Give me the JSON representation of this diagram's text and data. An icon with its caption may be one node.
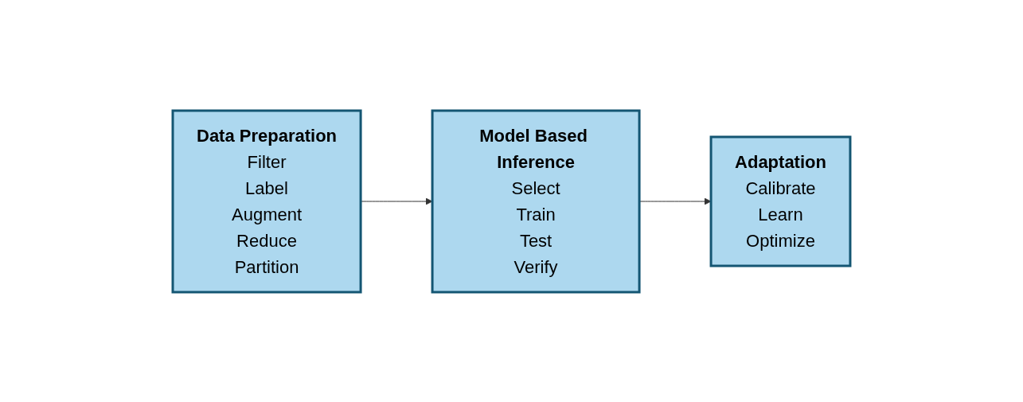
{
  "diagram": {
    "nodes": [
      {
        "text": [
          "Data Preparation",
          "Filter",
          "Label",
          "Augment",
          "Reduce",
          "Partition"
        ]
      },
      {
        "text": [
          "Model Based Inference",
          "Select",
          "Train",
          "Test",
          "Verify"
        ]
      },
      {
        "text": [
          "Adaptation",
          "Calibrate",
          "Learn",
          "Optimize"
        ]
      }
    ],
    "edges": [
      {
        "from": 0,
        "to": 1,
        "arrow": "to"
      },
      {
        "from": 1,
        "to": 2,
        "arrow": "to"
      }
    ]
  }
}
